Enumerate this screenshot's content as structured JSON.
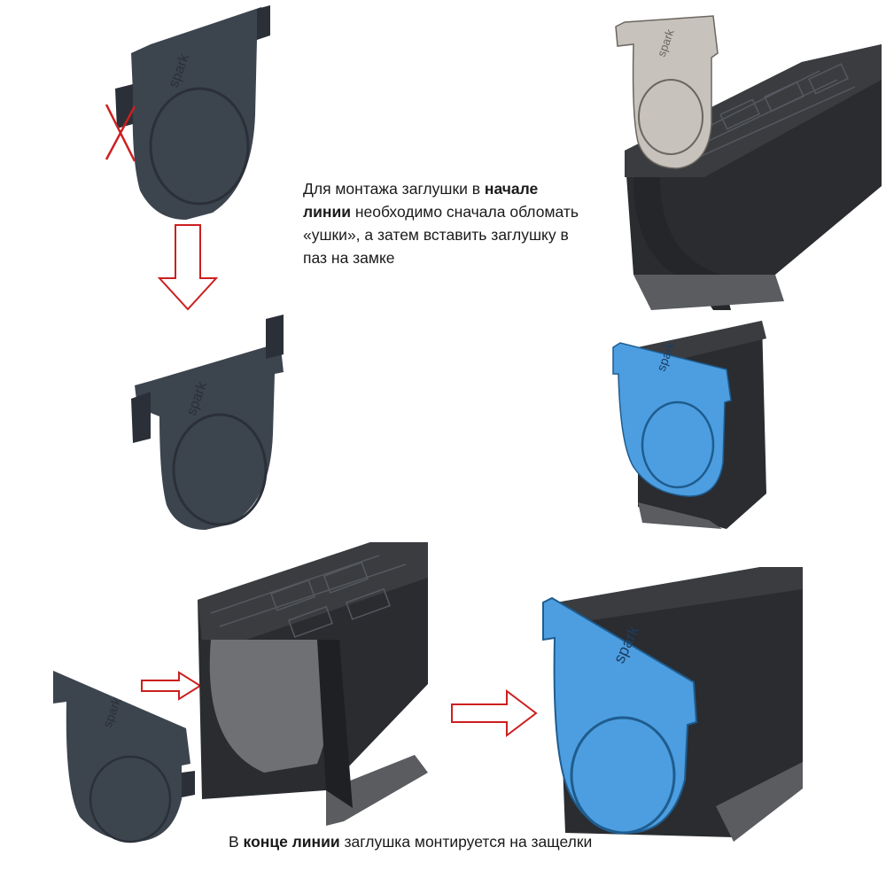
{
  "caption_top": {
    "p1": "Для монтажа заглушки в ",
    "b1": "начале линии",
    "p2": " необходимо сначала обломать «ушки», а затем вставить заглушку в паз на замке"
  },
  "caption_bottom": {
    "p1": "В ",
    "b1": "конце линии",
    "p2": " заглушка монтируется на защелки"
  },
  "brand_text": "spark",
  "colors": {
    "plug_dark": "#3c444e",
    "plug_gray": "#c8c2bc",
    "plug_blue": "#4c9ee0",
    "channel": "#2a2c30",
    "grate": "#3a3c40",
    "arrow_red": "#cc1f1f"
  }
}
